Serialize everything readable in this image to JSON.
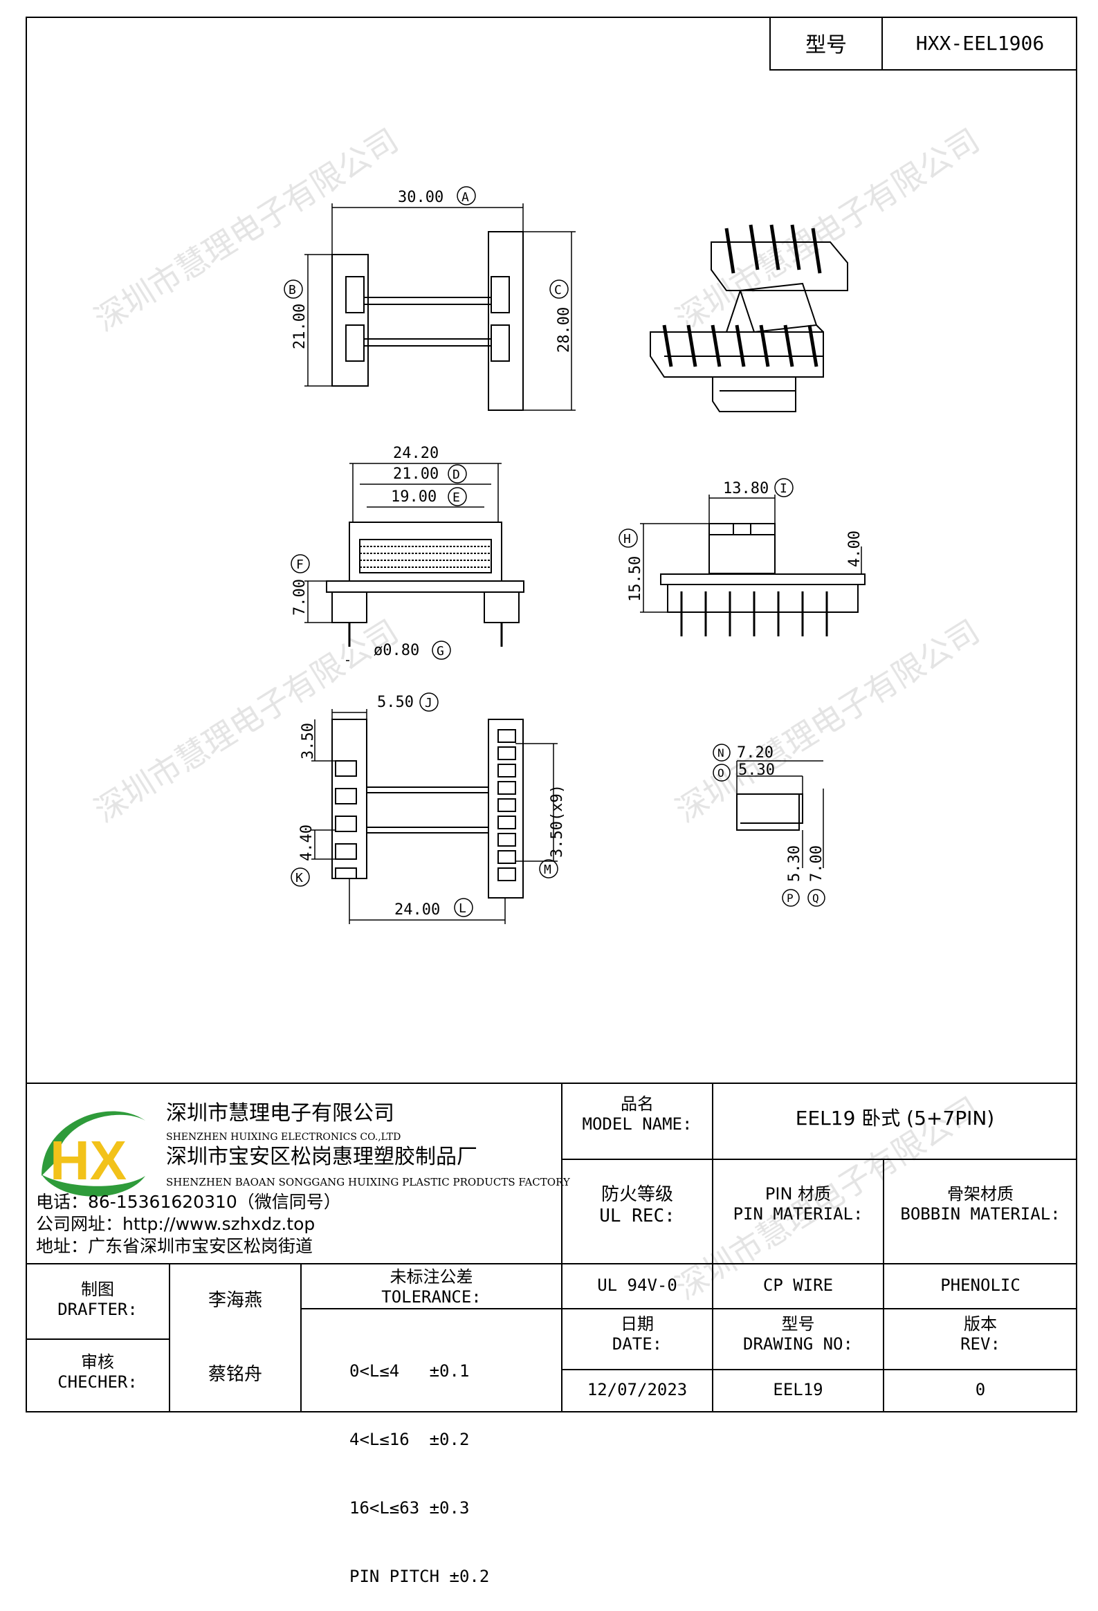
{
  "header": {
    "model_label": "型号",
    "model_value": "HXX-EEL1906"
  },
  "watermark": "深圳市慧理电子有限公司",
  "dimensions": {
    "A": "30.00",
    "A_tag": "A",
    "B": "21.00",
    "B_tag": "B",
    "C": "28.00",
    "C_tag": "C",
    "overall_width": "24.20",
    "D": "21.00",
    "D_tag": "D",
    "E": "19.00",
    "E_tag": "E",
    "F": "7.00",
    "F_tag": "F",
    "G": "ø0.80",
    "G_tag": "G",
    "H": "15.50",
    "H_tag": "H",
    "I": "13.80",
    "I_tag": "I",
    "side_height": "4.00",
    "J": "5.50",
    "J_tag": "J",
    "pitch_top": "3.50",
    "K": "4.40",
    "K_tag": "K",
    "L": "24.00",
    "L_tag": "L",
    "M": "3.50(x9)",
    "M_tag": "M",
    "N": "7.20",
    "N_tag": "N",
    "O": "5.30",
    "O_tag": "O",
    "P": "5.30",
    "P_tag": "P",
    "Q": "7.00",
    "Q_tag": "Q"
  },
  "company": {
    "name_cn": "深圳市慧理电子有限公司",
    "name_en": "SHENZHEN HUIXING ELECTRONICS CO.,LTD",
    "factory_cn": "深圳市宝安区松岗惠理塑胶制品厂",
    "factory_en": "SHENZHEN BAOAN SONGGANG HUIXING PLASTIC PRODUCTS FACTORY",
    "phone": "电话：86-15361620310（微信同号）",
    "website": "公司网址：http://www.szhxdz.top",
    "address": "地址：广东省深圳市宝安区松岗街道"
  },
  "logo": {
    "letters": "HX",
    "green": "#2e9b3a",
    "yellow": "#f2c21a"
  },
  "title_block": {
    "model_name_cn": "品名",
    "model_name_en": "MODEL NAME:",
    "model_name_value": "EEL19 卧式 (5+7PIN)",
    "ul_cn": "防火等级",
    "ul_en": "UL REC:",
    "pin_cn": "PIN 材质",
    "pin_en": "PIN MATERIAL:",
    "bobbin_cn": "骨架材质",
    "bobbin_en": "BOBBIN MATERIAL:",
    "ul_value": "UL 94V-0",
    "pin_value": "CP WIRE",
    "bobbin_value": "PHENOLIC",
    "drafter_cn": "制图",
    "drafter_en": "DRAFTER:",
    "drafter_value": "李海燕",
    "checker_cn": "审核",
    "checker_en": "CHECHER:",
    "checker_value": "蔡铭舟",
    "tol_cn": "未标注公差",
    "tol_en": "TOLERANCE:",
    "tol_lines": [
      "0<L≤4   ±0.1",
      "4<L≤16  ±0.2",
      "16<L≤63 ±0.3",
      "PIN PITCH ±0.2"
    ],
    "date_cn": "日期",
    "date_en": "DATE:",
    "date_value": "12/07/2023",
    "drawing_cn": "型号",
    "drawing_en": "DRAWING NO:",
    "drawing_value": "EEL19",
    "rev_cn": "版本",
    "rev_en": "REV:",
    "rev_value": "0"
  }
}
